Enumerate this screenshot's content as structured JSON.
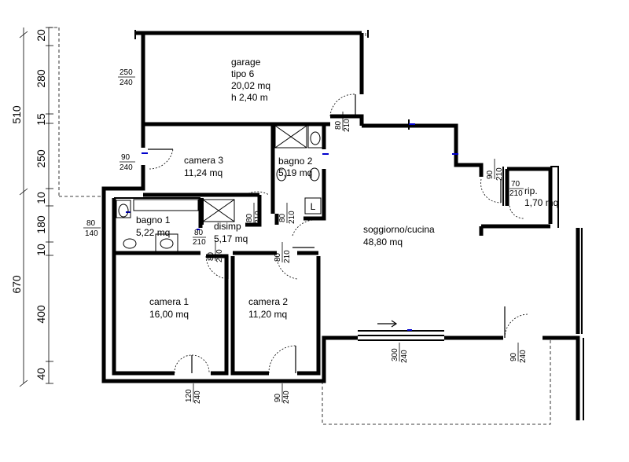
{
  "rooms": {
    "garage": {
      "name": "garage",
      "type": "tipo 6",
      "area": "20,02 mq",
      "height": "h 2,40 m"
    },
    "camera3": {
      "name": "camera 3",
      "area": "11,24 mq"
    },
    "bagno2": {
      "name": "bagno 2",
      "area": "5,19 mq"
    },
    "bagno1": {
      "name": "bagno 1",
      "area": "5,22 mq"
    },
    "disimp": {
      "name": "disimp",
      "area": "5,17 mq"
    },
    "soggiorno": {
      "name": "soggiorno/cucina",
      "area": "48,80 mq"
    },
    "rip": {
      "name": "rip.",
      "area": "1,70 mq"
    },
    "camera1": {
      "name": "camera 1",
      "area": "16,00 mq"
    },
    "camera2": {
      "name": "camera 2",
      "area": "11,20 mq"
    },
    "laundry_mark": "L"
  },
  "openings": {
    "garage_window": {
      "w": "250",
      "h": "240"
    },
    "garage_door": {
      "w": "80",
      "h": "210"
    },
    "camera3_window": {
      "w": "90",
      "h": "240"
    },
    "camera3_door": {
      "w": "80",
      "h": "210"
    },
    "bagno2_door": {
      "w": "80",
      "h": "210"
    },
    "bagno1_window": {
      "w": "80",
      "h": "140"
    },
    "bagno1_door": {
      "w": "80",
      "h": "210"
    },
    "camera1_door": {
      "w": "80",
      "h": "210"
    },
    "disimp_door": {
      "w": "80",
      "h": "210"
    },
    "entrance_door": {
      "w": "90",
      "h": "210"
    },
    "rip_door": {
      "w": "70",
      "h": "210"
    },
    "camera1_window": {
      "w": "120",
      "h": "240"
    },
    "camera2_window": {
      "w": "90",
      "h": "240"
    },
    "living_window": {
      "w": "300",
      "h": "240"
    },
    "living_door": {
      "w": "90",
      "h": "240"
    }
  },
  "left_dimensions": {
    "outer": [
      "510",
      "670"
    ],
    "inner": [
      "20",
      "280",
      "15",
      "250",
      "10",
      "180",
      "10",
      "400",
      "40"
    ]
  }
}
